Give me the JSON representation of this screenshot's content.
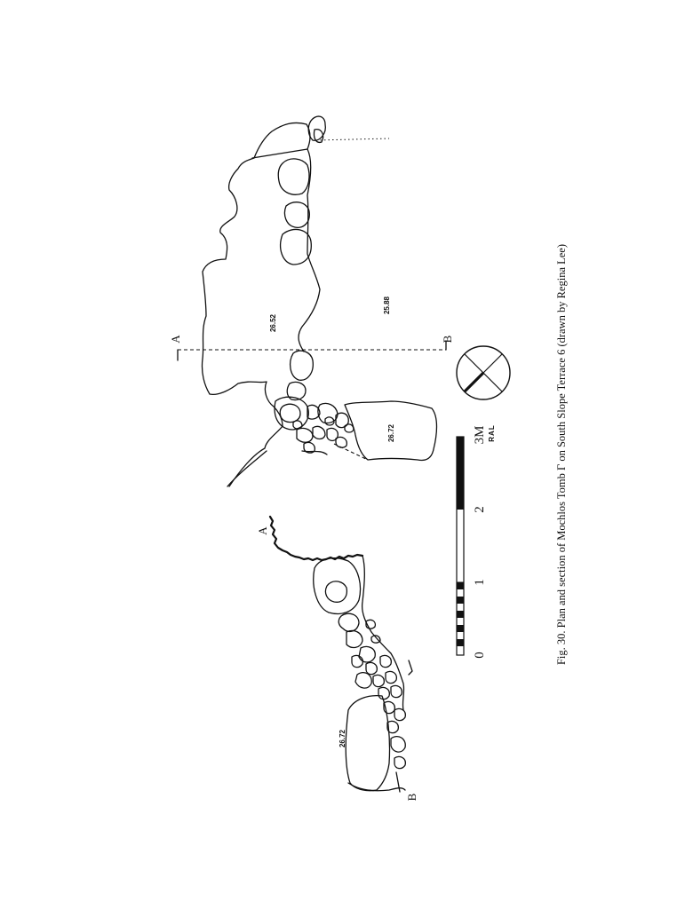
{
  "figure": {
    "caption": "Fig. 30. Plan and section of Mochlos Tomb Γ on South Slope Terrace 6 (drawn by Regina Lee)"
  },
  "plan": {
    "section_line_start": "A",
    "section_line_end": "B",
    "elevations": [
      "26.52",
      "25.88",
      "26.72"
    ]
  },
  "section": {
    "label_top": "A",
    "label_bottom": "B",
    "elevation": "26.72"
  },
  "scale_bar": {
    "ticks": [
      "0",
      "1",
      "2",
      "3M"
    ],
    "initials": "RAL"
  },
  "north_arrow": {
    "icon": "north-arrow-circle-icon"
  }
}
